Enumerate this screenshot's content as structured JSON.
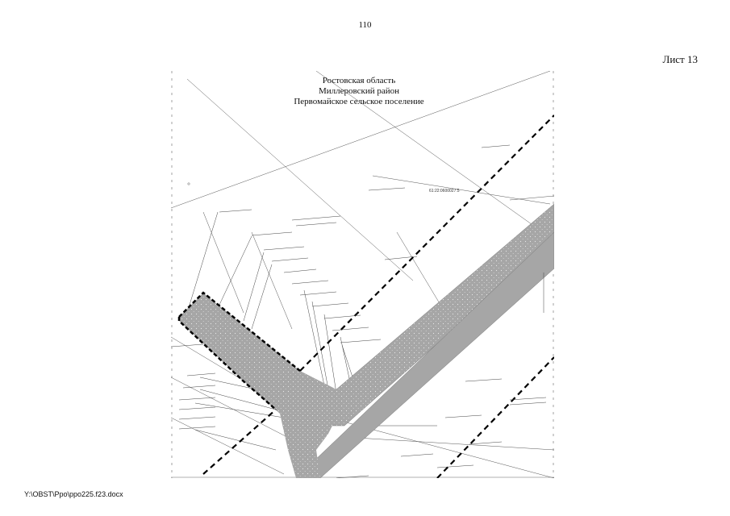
{
  "page": {
    "number": "110",
    "sheet": "Лист 13",
    "file_path": "Y:\\OBST\\Ppo\\ppo225.f23.docx"
  },
  "region": {
    "line1": "Ростовская область",
    "line2": "Миллеровский район",
    "line3": "Первомайское сельское поселение"
  },
  "parcels": [
    "61:22:0600027:5"
  ],
  "colors": {
    "road": "#a6a6a6",
    "boundary": "#000000",
    "lines": "#555555"
  }
}
